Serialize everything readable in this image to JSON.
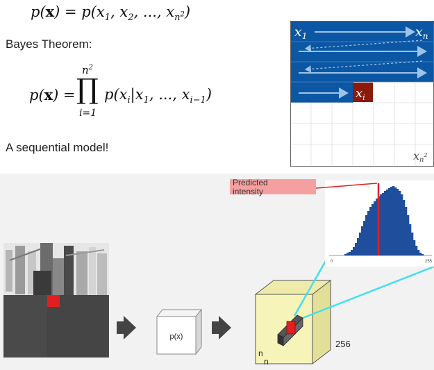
{
  "equations": {
    "joint_lhs": "p(",
    "joint_bold_x": "x",
    "joint_rhs": ") = p(x",
    "joint_sub1": "1",
    "joint_mid1": ", x",
    "joint_sub2": "2",
    "joint_mid2": ", ..., x",
    "joint_subn": "n",
    "joint_supn": "2",
    "joint_end": ")",
    "bayes_title": "Bayes Theorem:",
    "bayes_lhs_p": "p(",
    "bayes_lhs_x": "x",
    "bayes_lhs_end": ") =",
    "prod_upper_n": "n",
    "prod_upper_sup": "2",
    "prod_symbol": "∏",
    "prod_lower": "i=1",
    "bayes_rhs_a": "p(x",
    "bayes_rhs_sub_i": "i",
    "bayes_rhs_b": "|x",
    "bayes_rhs_sub_1": "1",
    "bayes_rhs_c": ", ..., x",
    "bayes_rhs_sub_im1": "i−1",
    "bayes_rhs_end": ")",
    "sequential_text": "A sequential model!"
  },
  "grid": {
    "label_x1": "x",
    "label_x1_sub": "1",
    "label_xn": "x",
    "label_xn_sub": "n",
    "label_xi": "x",
    "label_xi_sub": "i",
    "label_xn2": "x",
    "label_xn2_sub": "n",
    "label_xn2_sup": "2",
    "colors": {
      "filled": "#0b57a4",
      "current": "#8b1a0a",
      "empty": "#ffffff",
      "arrow": "#9ec3e8"
    }
  },
  "diagram": {
    "predicted_label_line1": "Predicted",
    "predicted_label_line2": "intensity",
    "hist_tick_min": "0",
    "hist_tick_max": "255",
    "px_box_label": "p(x)",
    "cube_depth_label": "256",
    "cube_n_label_1": "n",
    "cube_n_label_2": "n",
    "histogram_values": [
      0.02,
      0.04,
      0.05,
      0.08,
      0.12,
      0.18,
      0.25,
      0.33,
      0.42,
      0.5,
      0.58,
      0.64,
      0.7,
      0.74,
      0.78,
      0.82,
      0.85,
      0.88,
      0.9,
      0.93,
      0.95,
      0.97,
      0.99,
      1.0,
      0.98,
      0.96,
      0.93,
      0.88,
      0.8,
      0.7,
      0.58,
      0.45,
      0.33,
      0.22,
      0.14,
      0.08,
      0.04,
      0.02
    ],
    "colors": {
      "highlight": "#e02020",
      "label_bg": "#f4a0a0",
      "cyan": "#3fe0ee",
      "cube_face": "#f6f4b8"
    }
  }
}
